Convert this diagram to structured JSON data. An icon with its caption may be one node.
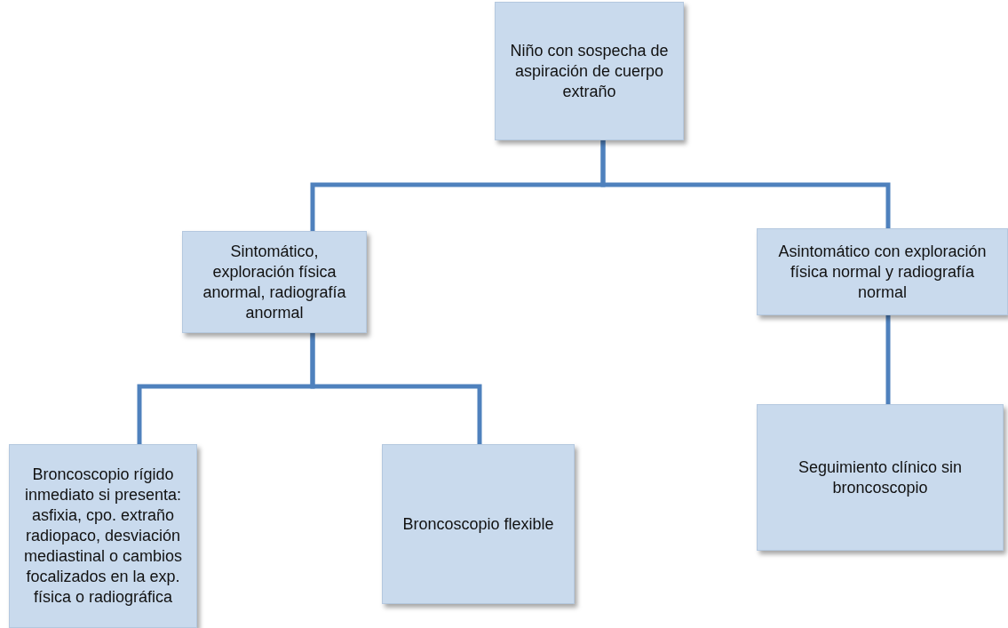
{
  "diagram": {
    "nodes": [
      {
        "text": [
          "Niño con sospecha de aspiración de cuerpo extraño"
        ]
      },
      {
        "text": [
          "Sintomático, exploración física anormal, radiografía anormal"
        ]
      },
      {
        "text": [
          "Asintomático con exploración física normal y radiografía normal"
        ]
      },
      {
        "text": [
          "Broncoscopio rígido inmediato si presenta: asfixia, cpo. extraño radiopaco, desviación mediastinal o cambios focalizados en la exp. física o radiográfica"
        ]
      },
      {
        "text": [
          "Broncoscopio flexible"
        ]
      },
      {
        "text": [
          "Seguimiento clínico sin broncoscopio"
        ]
      }
    ],
    "edges": [
      {
        "from": 0,
        "to": 1,
        "arrow": "none"
      },
      {
        "from": 0,
        "to": 2,
        "arrow": "none"
      },
      {
        "from": 1,
        "to": 3,
        "arrow": "none"
      },
      {
        "from": 1,
        "to": 4,
        "arrow": "none"
      },
      {
        "from": 2,
        "to": 5,
        "arrow": "none"
      }
    ]
  }
}
